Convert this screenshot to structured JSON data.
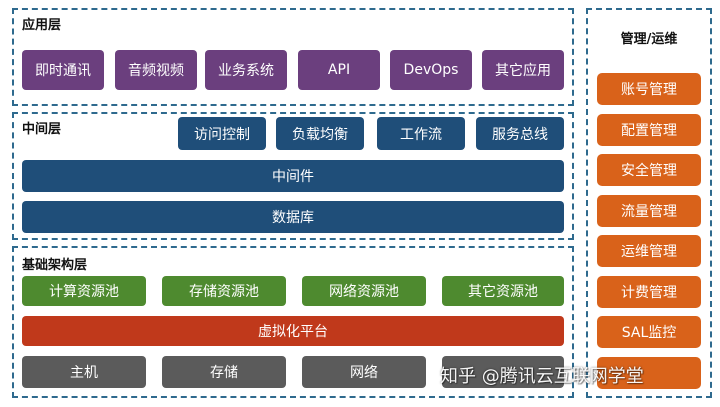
{
  "app_layer": {
    "title": "应用层",
    "items": [
      "即时通讯",
      "音频视频",
      "业务系统",
      "API",
      "DevOps",
      "其它应用"
    ]
  },
  "middle_layer": {
    "title": "中间层",
    "items": [
      "访问控制",
      "负载均衡",
      "工作流",
      "服务总线"
    ],
    "middleware": "中间件",
    "database": "数据库"
  },
  "infra_layer": {
    "title": "基础架构层",
    "pools": [
      "计算资源池",
      "存储资源池",
      "网络资源池",
      "其它资源池"
    ],
    "virtualization": "虚拟化平台",
    "hardware": [
      "主机",
      "存储",
      "网络"
    ]
  },
  "ops": {
    "title": "管理/运维",
    "items": [
      "账号管理",
      "配置管理",
      "安全管理",
      "流量管理",
      "运维管理",
      "计费管理",
      "SAL监控"
    ]
  },
  "watermark": "知乎 @腾讯云互联网学堂",
  "colors": {
    "app": "#6b3f7e",
    "middle": "#1f4e79",
    "pool": "#4e8a2f",
    "virtualization": "#c0391b",
    "hardware": "#5b5b5b",
    "ops": "#d9621a",
    "border": "#2e6a8e"
  }
}
